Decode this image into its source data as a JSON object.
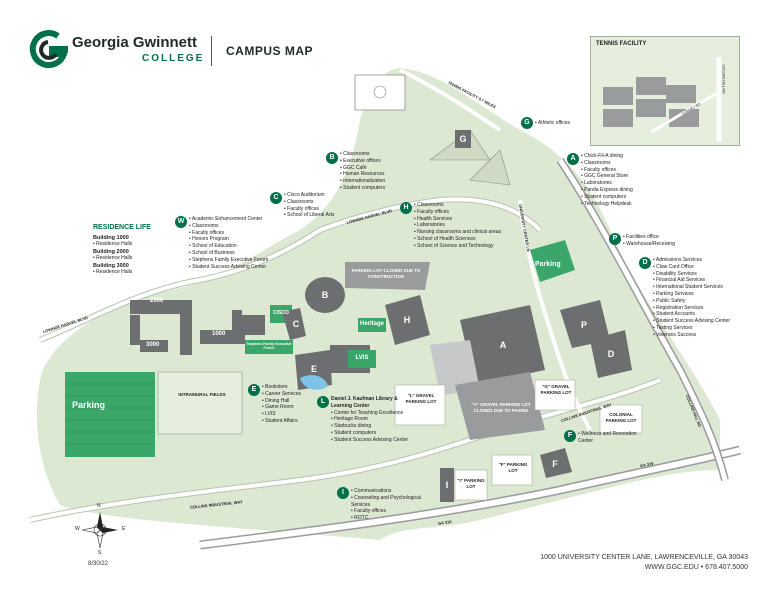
{
  "header": {
    "brand_line1": "Georgia Gwinnett",
    "brand_line2": "COLLEGE",
    "title": "CAMPUS MAP"
  },
  "footer": {
    "address": "1000 UNIVERSITY CENTER LANE, LAWRENCEVILLE, GA 30043",
    "contact": "WWW.GGC.EDU  •  678.407.5000",
    "date": "8/30/22"
  },
  "compass": {
    "n": "N",
    "s": "S",
    "e": "E",
    "w": "W"
  },
  "inset": {
    "title": "TENNIS FACILITY",
    "road1": "COLLINS HILL RD",
    "road2": "CONVEY RD"
  },
  "residence": {
    "title": "RESIDENCE LIFE",
    "b1000": "Building 1000",
    "b1000_sub": "Residence Halls",
    "b2000": "Building 2000",
    "b2000_sub": "Residence Halls",
    "b3000": "Building 3000",
    "b3000_sub": "Residence Halls"
  },
  "callouts": {
    "A": {
      "letter": "A",
      "items": [
        "Chick-Fil-A dining",
        "Classrooms",
        "Faculty offices",
        "GGC General Store",
        "Laboratories",
        "Panda Express dining",
        "Student computers",
        "Technology Helpdesk"
      ]
    },
    "B": {
      "letter": "B",
      "items": [
        "Classrooms",
        "Executive offices",
        "GGC Café",
        "Human Resources",
        "Internationalization",
        "Student computers"
      ]
    },
    "C": {
      "letter": "C",
      "items": [
        "Cisco Auditorium",
        "Classrooms",
        "Faculty offices",
        "School of Liberal Arts"
      ]
    },
    "D": {
      "letter": "D",
      "items": [
        "Admissions Services",
        "Claw Card Office",
        "Disability Services",
        "Financial Aid Services",
        "International Student Services",
        "Parking Services",
        "Public Safety",
        "Registration Services",
        "Student Accounts",
        "Student Success Advising Center",
        "Testing Services",
        "Veterans Success"
      ]
    },
    "E": {
      "letter": "E",
      "items": [
        "Bookstore",
        "Career Services",
        "Dining Hall",
        "Game Room",
        "LVIS",
        "Student Affairs"
      ]
    },
    "F": {
      "letter": "F",
      "items": [
        "Wellness and Recreation Center"
      ]
    },
    "G": {
      "letter": "G",
      "items": [
        "Athletic offices"
      ]
    },
    "H": {
      "letter": "H",
      "items": [
        "Classrooms",
        "Faculty offices",
        "Health Services",
        "Laboratories",
        "Nursing classrooms and clinical areas",
        "School of Health Sciences",
        "School of Science and Technology"
      ]
    },
    "I": {
      "letter": "I",
      "items": [
        "Communications",
        "Counseling and Psychological Services",
        "Faculty offices",
        "ROTC"
      ]
    },
    "L": {
      "letter": "L",
      "title": "Daniel J. Kaufman Library & Learning Center",
      "items": [
        "Center for Teaching Excellence",
        "Heritage Room",
        "Starbucks dining",
        "Student computers",
        "Student Success Advising Center"
      ]
    },
    "P": {
      "letter": "P",
      "items": [
        "Facilities office",
        "Warehouse/Receiving"
      ]
    },
    "W": {
      "letter": "W",
      "items": [
        "Academic Enhancement Center",
        "Classrooms",
        "Faculty offices",
        "Honors Program",
        "School of Education",
        "School of Business",
        "Stephens Family Executive Forum",
        "Student Success Advising Center"
      ]
    }
  },
  "map_labels": {
    "parking_west": "Parking",
    "parking_ne": "Parking",
    "intramural": "INTRAMURAL FIELDS",
    "lot_closed": "PARKING LOT CLOSED DUE TO CONSTRUCTION",
    "gravel_l": "\"L\" GRAVEL PARKING LOT",
    "gravel_a": "\"A\" GRAVEL PARKING LOT CLOSED DUE TO PAVING",
    "gravel_g": "\"G\" GRAVEL PARKING LOT",
    "colonial": "COLONIAL PARKING LOT",
    "lot_i": "\"I\" PARKING LOT",
    "lot_f": "\"F\" PARKING LOT",
    "heritage": "Heritage",
    "lvis": "LVIS",
    "cisco": "CISCO",
    "stephens": "Stephens Family Executive Forum",
    "b2000": "2000",
    "b3000": "3000",
    "b1000": "1000",
    "road_lhb_w": "LOWNDE HARVEL BLVD",
    "road_lhb_n": "LOWNDE HARVEL BLVD",
    "road_collins_ind": "COLLINS INDUSTRIAL WAY",
    "road_collins_ind_e": "COLLINS INDUSTRIAL WAY",
    "road_university": "UNIVERSITY CENTER LN",
    "road_tennis": "TENNIS FACILITY 0.7 MILES",
    "road_collins_hill": "COLLINS HILL RD",
    "road_ga316": "GA 316",
    "road_ga316_e": "GA 316"
  },
  "colors": {
    "brand_green": "#00704a",
    "park_green": "#3aa66a",
    "land": "#dde8d2",
    "building": "#6d6e70",
    "parking_grey": "#c7c8ca",
    "road": "#ffffff"
  }
}
